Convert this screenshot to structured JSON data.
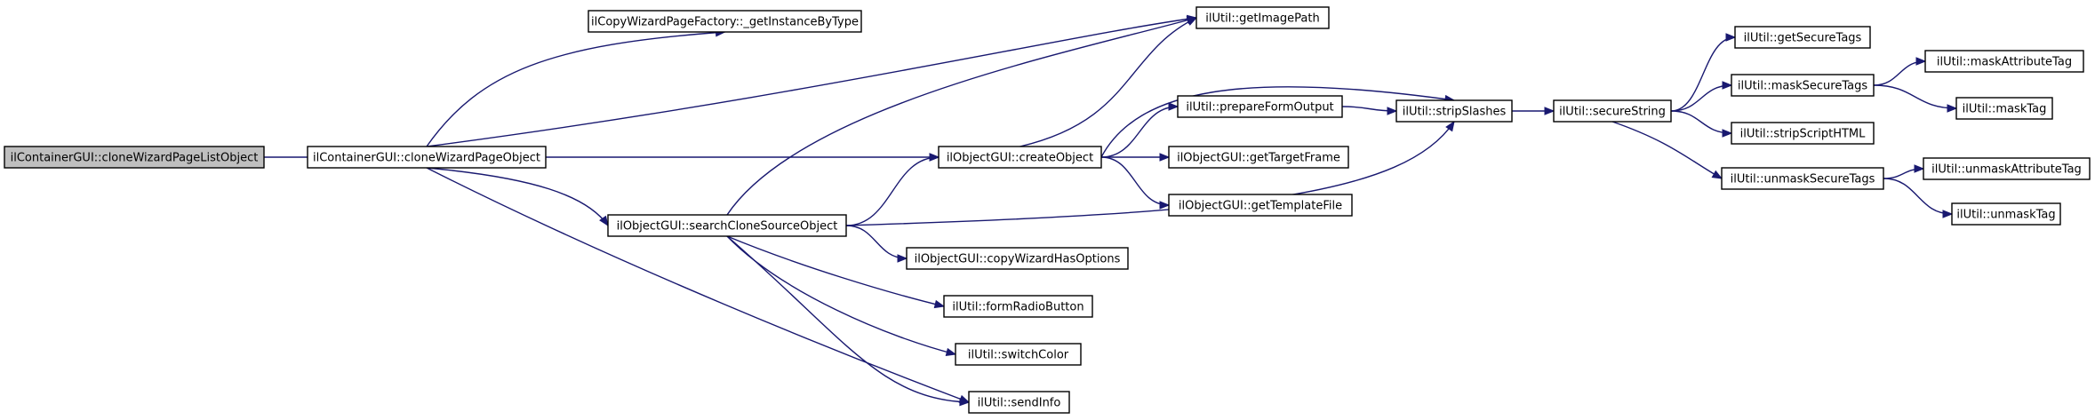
{
  "colors": {
    "edge": "#191970",
    "node_border": "#000000",
    "node_fill": "#ffffff",
    "root_fill": "#bfbfbf"
  },
  "nodes": [
    {
      "id": "n0",
      "label": "ilContainerGUI::cloneWizardPageListObject",
      "root": true
    },
    {
      "id": "n1",
      "label": "ilContainerGUI::cloneWizardPageObject"
    },
    {
      "id": "n2",
      "label": "ilCopyWizardPageFactory::_getInstanceByType"
    },
    {
      "id": "n3",
      "label": "ilUtil::getImagePath"
    },
    {
      "id": "n4",
      "label": "ilObjectGUI::createObject"
    },
    {
      "id": "n5",
      "label": "ilObjectGUI::searchCloneSourceObject"
    },
    {
      "id": "n6",
      "label": "ilUtil::sendInfo"
    },
    {
      "id": "n7",
      "label": "ilUtil::prepareFormOutput"
    },
    {
      "id": "n8",
      "label": "ilUtil::stripSlashes"
    },
    {
      "id": "n9",
      "label": "ilObjectGUI::getTargetFrame"
    },
    {
      "id": "n10",
      "label": "ilObjectGUI::getTemplateFile"
    },
    {
      "id": "n11",
      "label": "ilUtil::secureString"
    },
    {
      "id": "n12",
      "label": "ilUtil::getSecureTags"
    },
    {
      "id": "n13",
      "label": "ilUtil::maskSecureTags"
    },
    {
      "id": "n14",
      "label": "ilUtil::stripScriptHTML"
    },
    {
      "id": "n15",
      "label": "ilUtil::unmaskSecureTags"
    },
    {
      "id": "n16",
      "label": "ilUtil::maskAttributeTag"
    },
    {
      "id": "n17",
      "label": "ilUtil::maskTag"
    },
    {
      "id": "n18",
      "label": "ilUtil::unmaskAttributeTag"
    },
    {
      "id": "n19",
      "label": "ilUtil::unmaskTag"
    },
    {
      "id": "n20",
      "label": "ilObjectGUI::copyWizardHasOptions"
    },
    {
      "id": "n21",
      "label": "ilUtil::formRadioButton"
    },
    {
      "id": "n22",
      "label": "ilUtil::switchColor"
    }
  ],
  "edges": [
    {
      "from": "n0",
      "to": "n1"
    },
    {
      "from": "n1",
      "to": "n2"
    },
    {
      "from": "n1",
      "to": "n3"
    },
    {
      "from": "n1",
      "to": "n4"
    },
    {
      "from": "n1",
      "to": "n5"
    },
    {
      "from": "n1",
      "to": "n6"
    },
    {
      "from": "n4",
      "to": "n3"
    },
    {
      "from": "n4",
      "to": "n7"
    },
    {
      "from": "n4",
      "to": "n8"
    },
    {
      "from": "n4",
      "to": "n9"
    },
    {
      "from": "n4",
      "to": "n10"
    },
    {
      "from": "n5",
      "to": "n3"
    },
    {
      "from": "n5",
      "to": "n4"
    },
    {
      "from": "n5",
      "to": "n8"
    },
    {
      "from": "n5",
      "to": "n20"
    },
    {
      "from": "n5",
      "to": "n21"
    },
    {
      "from": "n5",
      "to": "n22"
    },
    {
      "from": "n5",
      "to": "n6"
    },
    {
      "from": "n7",
      "to": "n8"
    },
    {
      "from": "n8",
      "to": "n11"
    },
    {
      "from": "n11",
      "to": "n12"
    },
    {
      "from": "n11",
      "to": "n13"
    },
    {
      "from": "n11",
      "to": "n14"
    },
    {
      "from": "n11",
      "to": "n15"
    },
    {
      "from": "n13",
      "to": "n16"
    },
    {
      "from": "n13",
      "to": "n17"
    },
    {
      "from": "n15",
      "to": "n18"
    },
    {
      "from": "n15",
      "to": "n19"
    }
  ]
}
